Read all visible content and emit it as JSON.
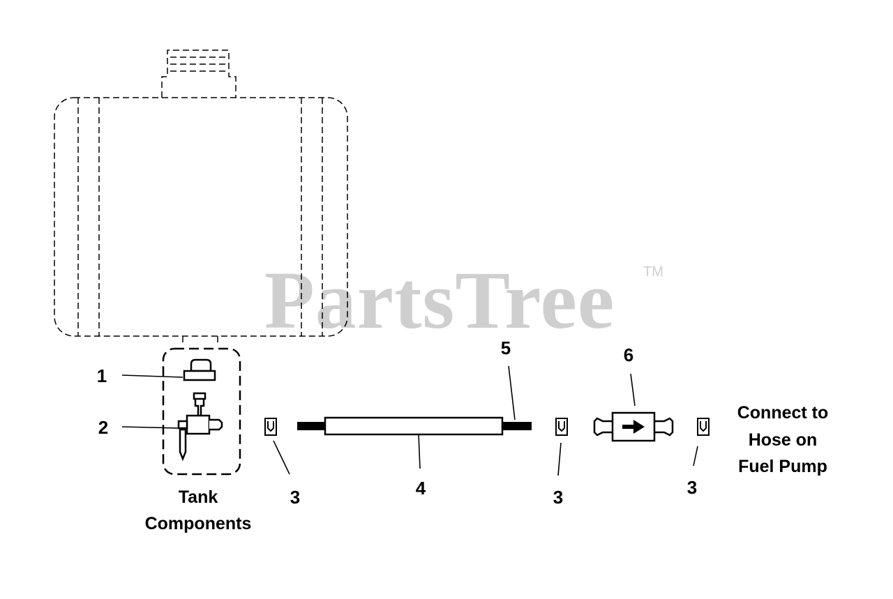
{
  "watermark": {
    "brand": "PartsTree",
    "trademark": "TM"
  },
  "callouts": [
    {
      "id": "callout-1",
      "number": "1"
    },
    {
      "id": "callout-2",
      "number": "2"
    },
    {
      "id": "callout-3a",
      "number": "3"
    },
    {
      "id": "callout-4",
      "number": "4"
    },
    {
      "id": "callout-5",
      "number": "5"
    },
    {
      "id": "callout-3b",
      "number": "3"
    },
    {
      "id": "callout-6",
      "number": "6"
    },
    {
      "id": "callout-3c",
      "number": "3"
    }
  ],
  "labels": {
    "tank_components": [
      "Tank",
      "Components"
    ],
    "connect_note": [
      "Connect to",
      "Hose on",
      "Fuel Pump"
    ]
  }
}
